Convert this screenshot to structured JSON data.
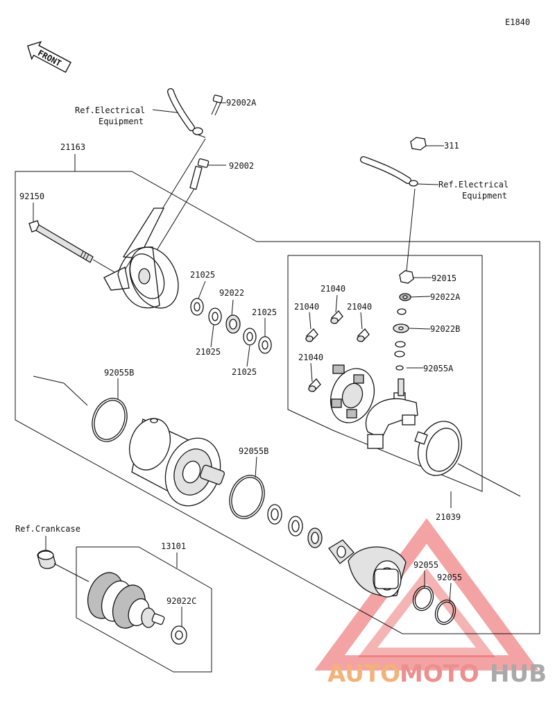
{
  "diagram_code": "E1840",
  "front_label": "FRONT",
  "callouts": {
    "c92002A": "92002A",
    "c92002": "92002",
    "c21163": "21163",
    "c92150": "92150",
    "c21025_a": "21025",
    "c92022": "92022",
    "c21025_b": "21025",
    "c21025_c": "21025",
    "c21025_d": "21025",
    "c92055B_a": "92055B",
    "c92055B_b": "92055B",
    "c311": "311",
    "c92015": "92015",
    "c92022A": "92022A",
    "c92022B": "92022B",
    "c92055A": "92055A",
    "c21040_a": "21040",
    "c21040_b": "21040",
    "c21040_c": "21040",
    "c21040_d": "21040",
    "c21039": "21039",
    "c13101": "13101",
    "c92022C": "92022C",
    "c92055_a": "92055",
    "c92055_b": "92055"
  },
  "references": {
    "ref_elec_left_1": "Ref.Electrical",
    "ref_elec_left_2": "Equipment",
    "ref_elec_right_1": "Ref.Electrical",
    "ref_elec_right_2": "Equipment",
    "ref_crankcase": "Ref.Crankcase"
  },
  "watermark": {
    "part1": "AUTO",
    "part2": "MOTO",
    "part3": "HUB",
    "color1": "#f3b27a",
    "color2": "#ec8f8f",
    "color3": "#a9a9a9",
    "triangle_color": "#e63b3b"
  }
}
